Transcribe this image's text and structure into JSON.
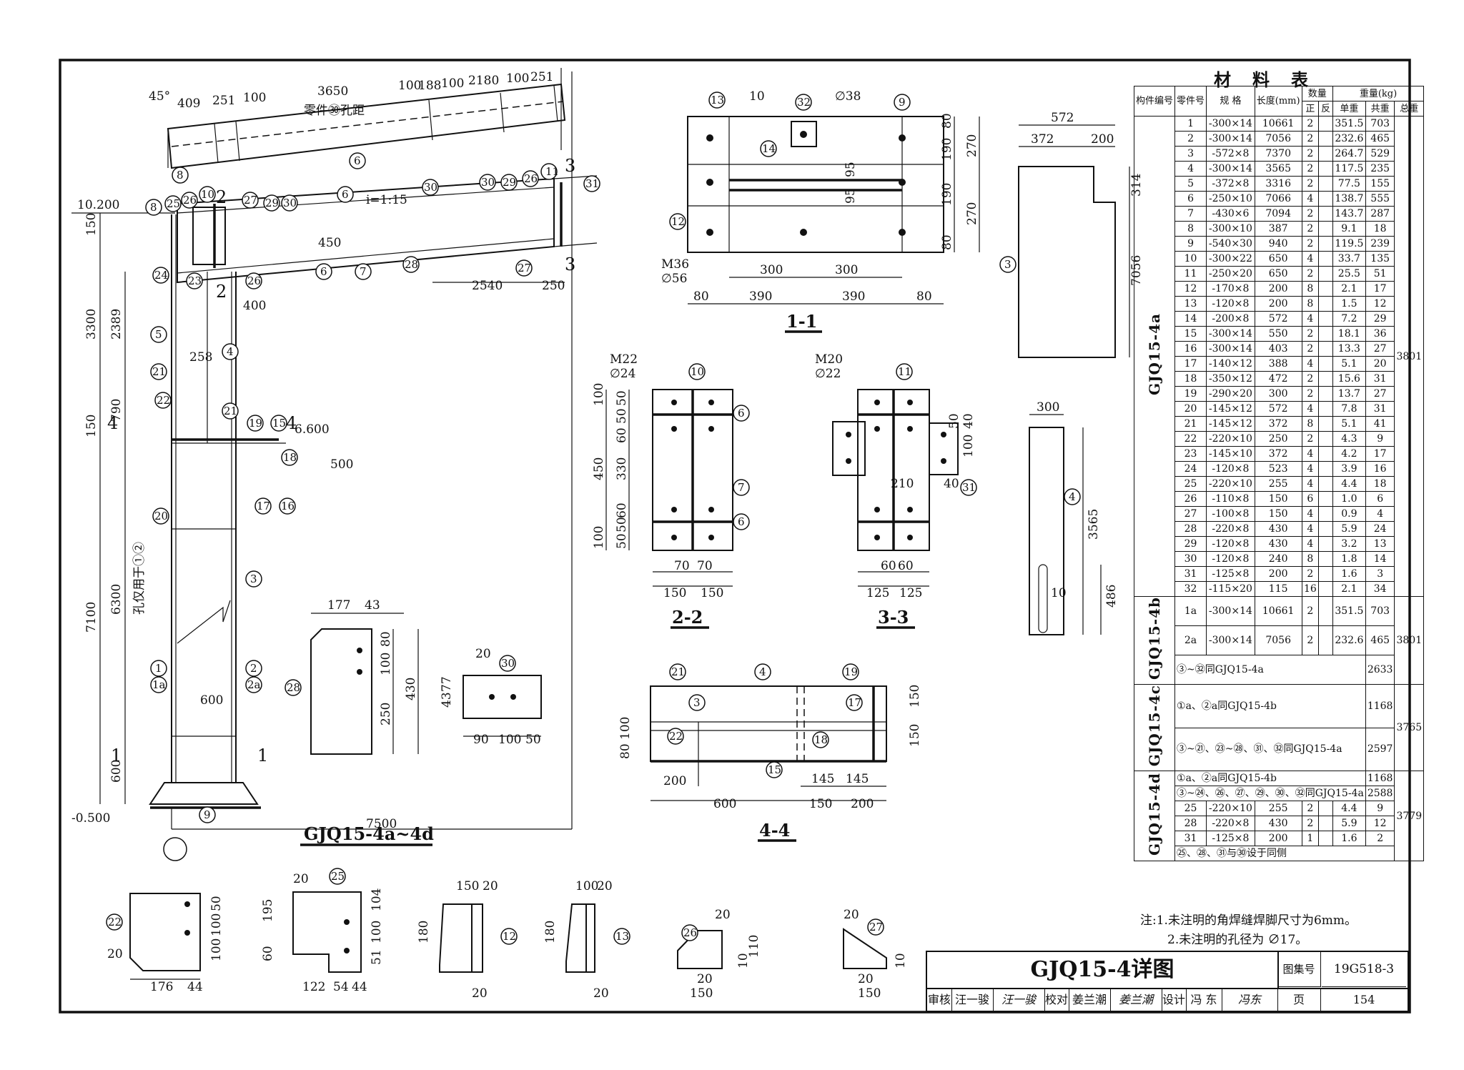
{
  "sheet": {
    "title": "GJQ15-4详图",
    "atlas_label": "图集号",
    "atlas_no": "19G518-3",
    "page_label": "页",
    "page_no": "154",
    "sign_row": [
      "审核",
      "汪一骏",
      "汪一骏",
      "校对",
      "姜兰潮",
      "姜兰潮",
      "设计",
      "冯 东",
      "冯东"
    ]
  },
  "notes": {
    "label": "注:",
    "lines": [
      "1.未注明的角焊缝焊脚尺寸为6mm。",
      "2.未注明的孔径为 ∅17。"
    ]
  },
  "views": {
    "main": "GJQ15-4a~4d",
    "s11": "1-1",
    "s22": "2-2",
    "s33": "3-3",
    "s44": "4-4"
  },
  "main_dims": {
    "elev_top": "10.200",
    "elev_mid": "6.600",
    "elev_bot": "-0.500",
    "slope": "i=1:15",
    "hole_note": "零件㉚孔距",
    "col_note": "孔仅用于①②",
    "top_row": [
      "409",
      "251",
      "100",
      "3650",
      "100",
      "188",
      "100",
      "2180",
      "100",
      "251"
    ],
    "left_col": [
      "150",
      "3300",
      "2389",
      "790",
      "150",
      "7100",
      "6300",
      "600"
    ],
    "misc": [
      "7500",
      "600",
      "400",
      "258",
      "2540",
      "250",
      "450",
      "500",
      "200",
      "150",
      "45°",
      "30"
    ]
  },
  "sec11_dims": [
    "80",
    "390",
    "390",
    "80",
    "300",
    "300",
    "270",
    "190",
    "190",
    "270",
    "80",
    "95",
    "95",
    "80",
    "M36",
    "∅56",
    "∅38",
    "10"
  ],
  "sec22_dims": [
    "M22",
    "∅24",
    "100",
    "50",
    "50",
    "60",
    "330",
    "450",
    "60",
    "50",
    "50",
    "100",
    "70",
    "70",
    "150",
    "150"
  ],
  "sec33_dims": [
    "M20",
    "∅22",
    "210",
    "40",
    "50",
    "40",
    "100",
    "60",
    "60",
    "125",
    "125"
  ],
  "sec44_dims": [
    "200",
    "600",
    "150",
    "200",
    "145",
    "145",
    "150",
    "150",
    "100",
    "80"
  ],
  "plate3": [
    "572",
    "372",
    "200",
    "314",
    "7056"
  ],
  "plate4": [
    "300",
    "3565",
    "486",
    "10"
  ],
  "plate28": [
    "177",
    "43",
    "80",
    "100",
    "250",
    "430"
  ],
  "plate30": [
    "20",
    "43",
    "77",
    "90",
    "100",
    "50"
  ],
  "plate22": [
    "176",
    "44",
    "50",
    "100",
    "100",
    "20"
  ],
  "plate25": [
    "195",
    "60",
    "104",
    "100",
    "51",
    "122",
    "54",
    "44",
    "20"
  ],
  "plate12": [
    "150",
    "20",
    "180",
    "20"
  ],
  "plate13": [
    "100",
    "20",
    "180",
    "20"
  ],
  "plate26": [
    "20",
    "110",
    "10",
    "20",
    "150"
  ],
  "plate27": [
    "20",
    "10",
    "20",
    "150"
  ],
  "table": {
    "title": "材料表",
    "headers": [
      "构件编号",
      "零件号",
      "规 格",
      "长度(mm)",
      "数量",
      "正",
      "反",
      "重量(kg)",
      "单重",
      "共重",
      "总重"
    ],
    "group_a": "GJQ15-4a",
    "group_a_total": "3801",
    "rows_a": [
      [
        "1",
        "-300×14",
        "10661",
        "2",
        "",
        "351.5",
        "703"
      ],
      [
        "2",
        "-300×14",
        "7056",
        "2",
        "",
        "232.6",
        "465"
      ],
      [
        "3",
        "-572×8",
        "7370",
        "2",
        "",
        "264.7",
        "529"
      ],
      [
        "4",
        "-300×14",
        "3565",
        "2",
        "",
        "117.5",
        "235"
      ],
      [
        "5",
        "-372×8",
        "3316",
        "2",
        "",
        "77.5",
        "155"
      ],
      [
        "6",
        "-250×10",
        "7066",
        "4",
        "",
        "138.7",
        "555"
      ],
      [
        "7",
        "-430×6",
        "7094",
        "2",
        "",
        "143.7",
        "287"
      ],
      [
        "8",
        "-300×10",
        "387",
        "2",
        "",
        "9.1",
        "18"
      ],
      [
        "9",
        "-540×30",
        "940",
        "2",
        "",
        "119.5",
        "239"
      ],
      [
        "10",
        "-300×22",
        "650",
        "4",
        "",
        "33.7",
        "135"
      ],
      [
        "11",
        "-250×20",
        "650",
        "2",
        "",
        "25.5",
        "51"
      ],
      [
        "12",
        "-170×8",
        "200",
        "8",
        "",
        "2.1",
        "17"
      ],
      [
        "13",
        "-120×8",
        "200",
        "8",
        "",
        "1.5",
        "12"
      ],
      [
        "14",
        "-200×8",
        "572",
        "4",
        "",
        "7.2",
        "29"
      ],
      [
        "15",
        "-300×14",
        "550",
        "2",
        "",
        "18.1",
        "36"
      ],
      [
        "16",
        "-300×14",
        "403",
        "2",
        "",
        "13.3",
        "27"
      ],
      [
        "17",
        "-140×12",
        "388",
        "4",
        "",
        "5.1",
        "20"
      ],
      [
        "18",
        "-350×12",
        "472",
        "2",
        "",
        "15.6",
        "31"
      ],
      [
        "19",
        "-290×20",
        "300",
        "2",
        "",
        "13.7",
        "27"
      ],
      [
        "20",
        "-145×12",
        "572",
        "4",
        "",
        "7.8",
        "31"
      ],
      [
        "21",
        "-145×12",
        "372",
        "8",
        "",
        "5.1",
        "41"
      ],
      [
        "22",
        "-220×10",
        "250",
        "2",
        "",
        "4.3",
        "9"
      ],
      [
        "23",
        "-145×10",
        "372",
        "4",
        "",
        "4.2",
        "17"
      ],
      [
        "24",
        "-120×8",
        "523",
        "4",
        "",
        "3.9",
        "16"
      ],
      [
        "25",
        "-220×10",
        "255",
        "4",
        "",
        "4.4",
        "18"
      ],
      [
        "26",
        "-110×8",
        "150",
        "6",
        "",
        "1.0",
        "6"
      ],
      [
        "27",
        "-100×8",
        "150",
        "4",
        "",
        "0.9",
        "4"
      ],
      [
        "28",
        "-220×8",
        "430",
        "4",
        "",
        "5.9",
        "24"
      ],
      [
        "29",
        "-120×8",
        "430",
        "4",
        "",
        "3.2",
        "13"
      ],
      [
        "30",
        "-120×8",
        "240",
        "8",
        "",
        "1.8",
        "14"
      ],
      [
        "31",
        "-125×8",
        "200",
        "2",
        "",
        "1.6",
        "3"
      ],
      [
        "32",
        "-115×20",
        "115",
        "16",
        "",
        "2.1",
        "34"
      ]
    ],
    "group_b": "GJQ15-4b",
    "group_b_total": "3801",
    "rows_b": [
      [
        "1a",
        "-300×14",
        "10661",
        "2",
        "",
        "351.5",
        "703"
      ],
      [
        "2a",
        "-300×14",
        "7056",
        "2",
        "",
        "232.6",
        "465"
      ]
    ],
    "b_same": "③~㉜同GJQ15-4a",
    "b_same_w": "2633",
    "group_c": "GJQ15-4c",
    "group_c_total": "3765",
    "c_row1": "①a、②a同GJQ15-4b",
    "c_row1_w": "1168",
    "c_row2": "③~㉑、㉓~㉘、㉛、㉜同GJQ15-4a",
    "c_row2_w": "2597",
    "group_d": "GJQ15-4d",
    "group_d_total": "3779",
    "d_row1": "①a、②a同GJQ15-4b",
    "d_row1_w": "1168",
    "d_row2": "③~㉔、㉖、㉗、㉙、㉚、㉜同GJQ15-4a",
    "d_row2_w": "2588",
    "rows_d": [
      [
        "25",
        "-220×10",
        "255",
        "2",
        "",
        "4.4",
        "9"
      ],
      [
        "28",
        "-220×8",
        "430",
        "2",
        "",
        "5.9",
        "12"
      ],
      [
        "31",
        "-125×8",
        "200",
        "1",
        "",
        "1.6",
        "2"
      ]
    ],
    "d_note": "㉕、㉘、㉛与㉚设于同侧"
  }
}
